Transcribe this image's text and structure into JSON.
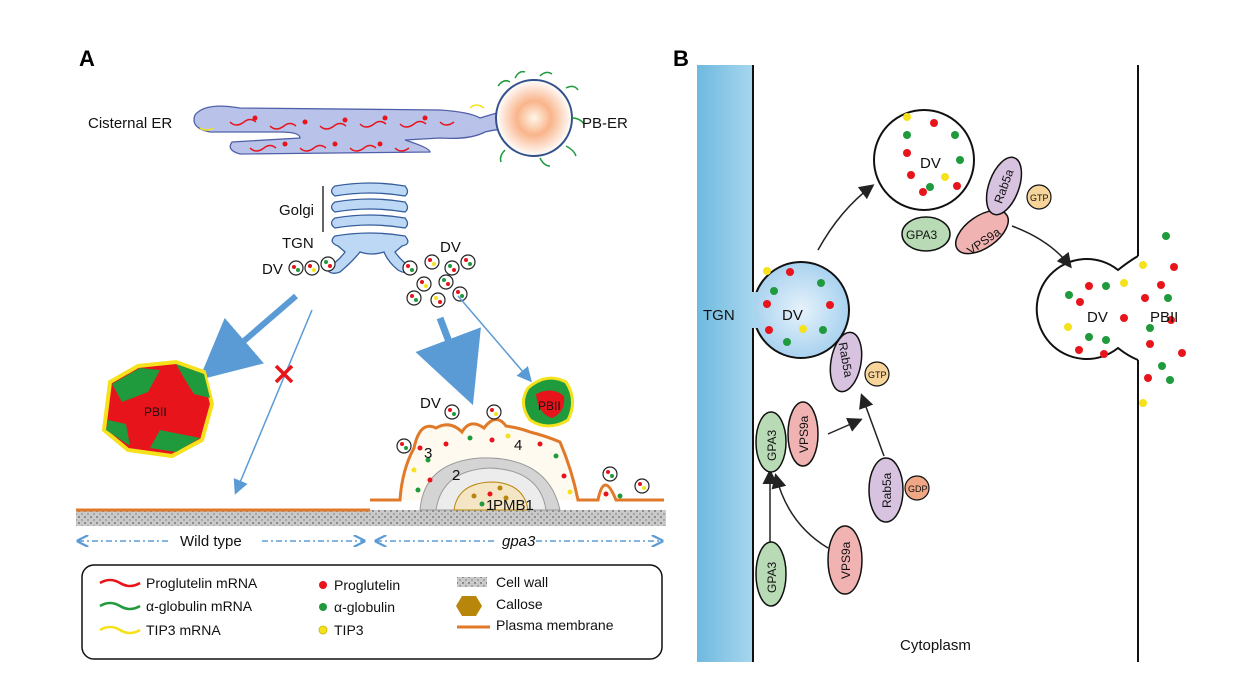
{
  "panel_a": {
    "letter": "A",
    "cisternal_er": "Cisternal ER",
    "pb_er": "PB-ER",
    "golgi": "Golgi",
    "tgn": "TGN",
    "dv_left": "DV",
    "dv_right": "DV",
    "dv_bottom": "DV",
    "pbii_wt": "PBII",
    "pbii_mut": "PBII",
    "pmb1": "PMB1",
    "num_1": "1",
    "num_2": "2",
    "num_3": "3",
    "num_4": "4",
    "wild_type": "Wild type",
    "gpa3": "gpa3"
  },
  "legend": {
    "proglutelin_mrna": "Proglutelin mRNA",
    "globulin_mrna": "α-globulin mRNA",
    "tip3_mrna": "TIP3 mRNA",
    "proglutelin": "Proglutelin",
    "globulin": "α-globulin",
    "tip3": "TIP3",
    "cell_wall": "Cell wall",
    "callose": "Callose",
    "plasma_membrane": "Plasma membrane"
  },
  "panel_b": {
    "letter": "B",
    "tgn": "TGN",
    "dv_tgn": "DV",
    "dv_top": "DV",
    "dv_pbii": "DV",
    "pbii": "PBII",
    "cytoplasm": "Cytoplasm",
    "gpa3_a": "GPA3",
    "gpa3_b": "GPA3",
    "gpa3_c": "GPA3",
    "vps9a_a": "VPS9a",
    "vps9a_b": "VPS9a",
    "vps9a_c": "VPS9a",
    "rab5a_a": "Rab5a",
    "rab5a_b": "Rab5a",
    "rab5a_c": "Rab5a",
    "gtp_a": "GTP",
    "gtp_b": "GTP",
    "gdp": "GDP"
  },
  "colors": {
    "proglutelin": "#e8141c",
    "globulin": "#1f9a3c",
    "tip3": "#f5e21d",
    "membrane": "#e07a2a",
    "tgn_blue": "#7cc1e3",
    "arrow_blue": "#5b9bd5",
    "gpa3": "#b8dab5",
    "vps9a": "#f0b3b2",
    "rab5a": "#d7c3e0",
    "gtp": "#f7d59a",
    "gdp": "#f0a785",
    "callose": "#b8860b"
  }
}
